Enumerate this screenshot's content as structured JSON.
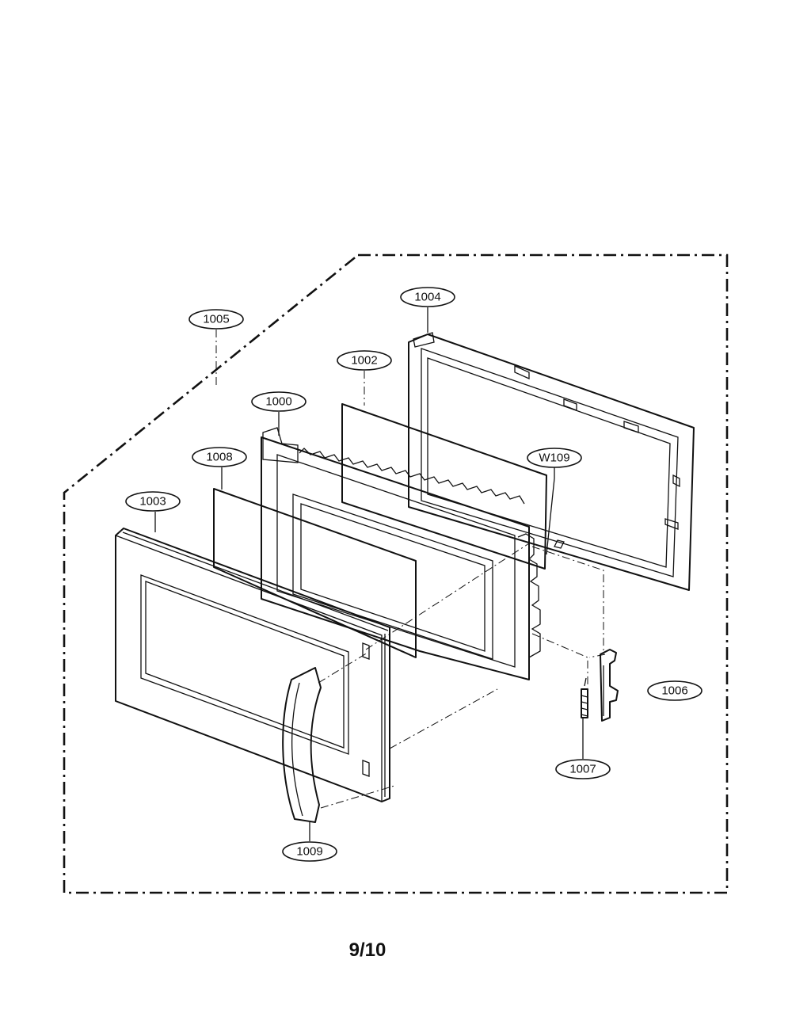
{
  "callouts": [
    {
      "id": "1005",
      "label": "1005"
    },
    {
      "id": "1004",
      "label": "1004"
    },
    {
      "id": "1002",
      "label": "1002"
    },
    {
      "id": "1000",
      "label": "1000"
    },
    {
      "id": "W109",
      "label": "W109"
    },
    {
      "id": "1008",
      "label": "1008"
    },
    {
      "id": "1003",
      "label": "1003"
    },
    {
      "id": "1006",
      "label": "1006"
    },
    {
      "id": "1007",
      "label": "1007"
    },
    {
      "id": "1009",
      "label": "1009"
    }
  ],
  "page_number": "9/10"
}
